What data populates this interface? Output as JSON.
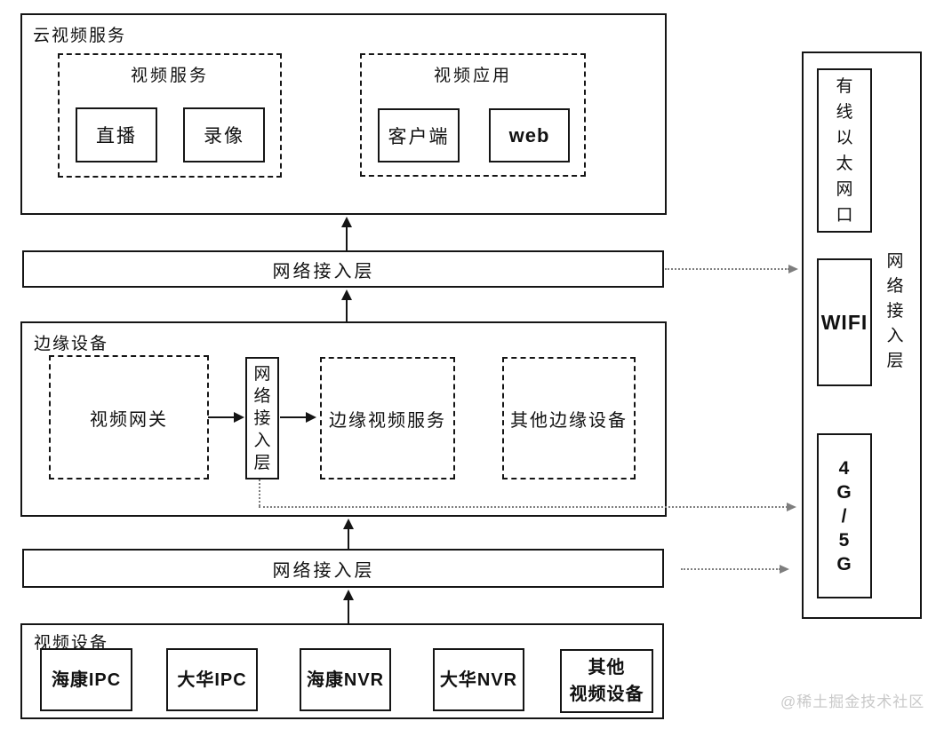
{
  "cloud": {
    "title": "云视频服务",
    "video_service": {
      "title": "视频服务",
      "items": [
        "直播",
        "录像"
      ]
    },
    "video_app": {
      "title": "视频应用",
      "items": [
        "客户端",
        "web"
      ]
    }
  },
  "bars": {
    "top": "网络接入层",
    "bottom": "网络接入层"
  },
  "edge": {
    "title": "边缘设备",
    "gateway": "视频网关",
    "access_layer": "网\n络\n接\n入\n层",
    "edge_service": "边缘视频服务",
    "other_devices": "其他边缘设备"
  },
  "devices": {
    "title": "视频设备",
    "items": [
      "海康IPC",
      "大华IPC",
      "海康NVR",
      "大华NVR",
      "其他\n视频设备"
    ]
  },
  "network_panel": {
    "label": "网\n络\n接\n入\n层",
    "ethernet": "有\n线\n以\n太\n网\n口",
    "wifi": "WIFI",
    "cellular": "4\nG\n/\n5\nG"
  },
  "watermark": "@稀土掘金技术社区",
  "colors": {
    "line": "#151515",
    "dotted_arrow": "#7e7e7e",
    "watermark": "#c9c9c9",
    "background": "#ffffff"
  }
}
